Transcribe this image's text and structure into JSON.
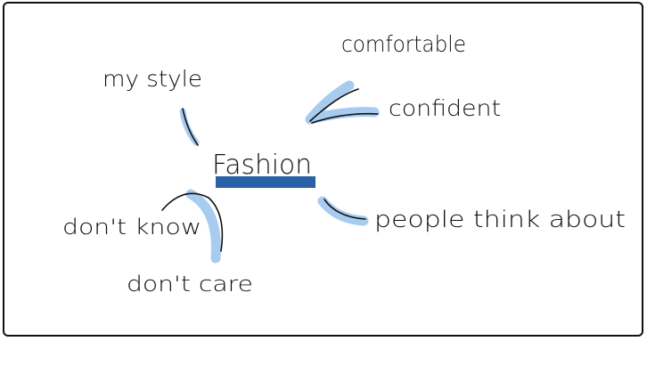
{
  "diagram": {
    "center": {
      "label": "Fashion"
    },
    "branches": [
      {
        "id": "my-style",
        "label": "my style"
      },
      {
        "id": "comfortable",
        "label": "comfortable"
      },
      {
        "id": "confident",
        "label": "confident"
      },
      {
        "id": "people-think-about",
        "label": "people   think   about"
      },
      {
        "id": "dont-know",
        "label": "don't  know"
      },
      {
        "id": "dont-care",
        "label": "don't care"
      }
    ]
  },
  "colors": {
    "ink": "#111111",
    "highlight": "#a7ccf0",
    "accent_bar": "#2a62a8"
  }
}
